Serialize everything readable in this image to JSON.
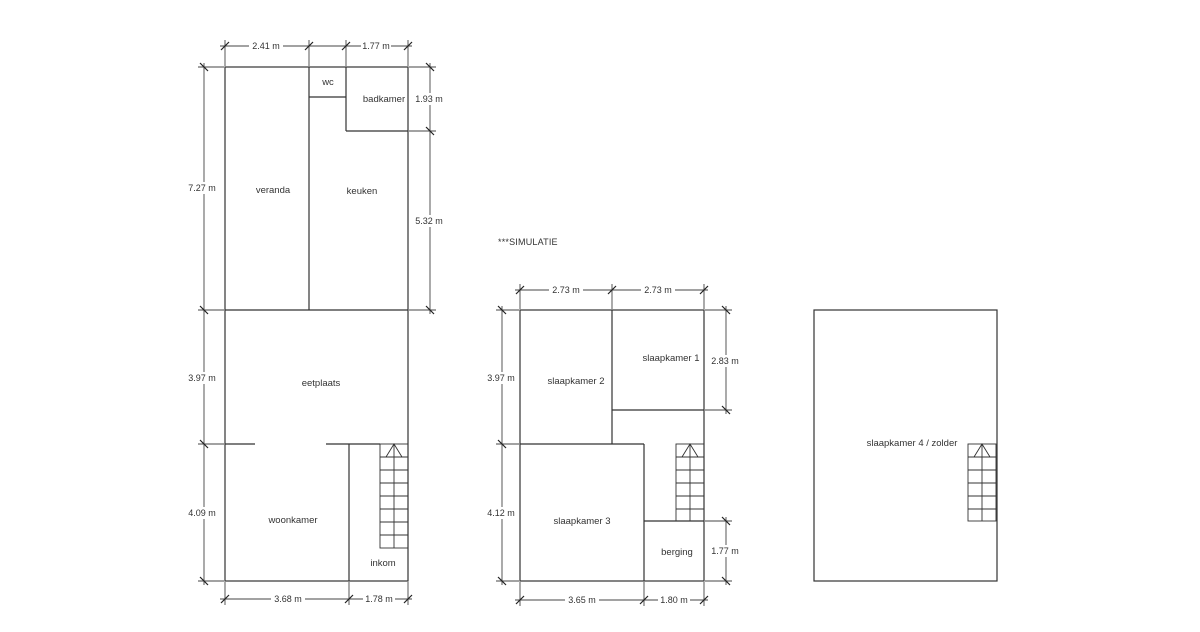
{
  "note": "***SIMULATIE",
  "ground_floor": {
    "rooms": {
      "wc": "wc",
      "badkamer": "badkamer",
      "veranda": "veranda",
      "keuken": "keuken",
      "eetplaats": "eetplaats",
      "woonkamer": "woonkamer",
      "inkom": "inkom"
    },
    "dimensions": {
      "top_left": "2.41 m",
      "top_right": "1.77 m",
      "left_upper": "7.27 m",
      "left_middle": "3.97 m",
      "left_lower": "4.09 m",
      "right_bath": "1.93 m",
      "right_kitchen": "5.32 m",
      "bottom_left": "3.68 m",
      "bottom_right": "1.78 m"
    }
  },
  "first_floor": {
    "rooms": {
      "slaapkamer_1": "slaapkamer 1",
      "slaapkamer_2": "slaapkamer 2",
      "slaapkamer_3": "slaapkamer 3",
      "berging": "berging"
    },
    "dimensions": {
      "top_left": "2.73 m",
      "top_right": "2.73 m",
      "left_upper": "3.97 m",
      "left_lower": "4.12 m",
      "right_upper": "2.83 m",
      "right_lower": "1.77 m",
      "bottom_left": "3.65 m",
      "bottom_right": "1.80 m"
    }
  },
  "attic": {
    "rooms": {
      "slaapkamer_4": "slaapkamer 4 / zolder"
    }
  }
}
